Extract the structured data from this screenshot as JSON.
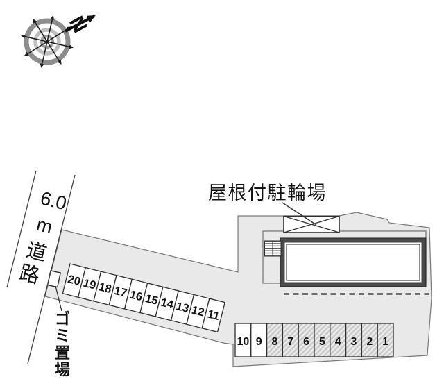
{
  "compass": {
    "north_label": "N"
  },
  "road": {
    "label_lines": [
      "6.0",
      "m",
      "道",
      "路"
    ],
    "width_value": "6.0",
    "unit": "m",
    "name": "道路"
  },
  "labels": {
    "bicycle_parking": "屋根付駐輪場",
    "garbage_chars": [
      "ゴ",
      "ミ",
      "置",
      "場"
    ],
    "garbage": "ゴミ置場"
  },
  "parking": {
    "upper_row": [
      "20",
      "19",
      "18",
      "17",
      "16",
      "15",
      "14",
      "13",
      "12",
      "11"
    ],
    "lower_row": [
      {
        "label": "10",
        "hatched": false
      },
      {
        "label": "9",
        "hatched": false
      },
      {
        "label": "8",
        "hatched": true
      },
      {
        "label": "7",
        "hatched": true
      },
      {
        "label": "6",
        "hatched": true
      },
      {
        "label": "5",
        "hatched": true
      },
      {
        "label": "4",
        "hatched": true
      },
      {
        "label": "3",
        "hatched": true
      },
      {
        "label": "2",
        "hatched": true
      },
      {
        "label": "1",
        "hatched": true
      }
    ]
  },
  "colors": {
    "site_fill": "#e9e9e9",
    "site_outline": "#787878",
    "cell_outline": "#2f2f2f",
    "hatch_base": "#cbcbcb",
    "hatch_stripe": "#efefef",
    "building_border": "#4a4a4a",
    "dashed_line": "#707070",
    "compass_ring_outer": "#8d8d8d",
    "compass_ring_mid": "#bfbfbf",
    "compass_ring_inner": "#9c9c9c"
  }
}
